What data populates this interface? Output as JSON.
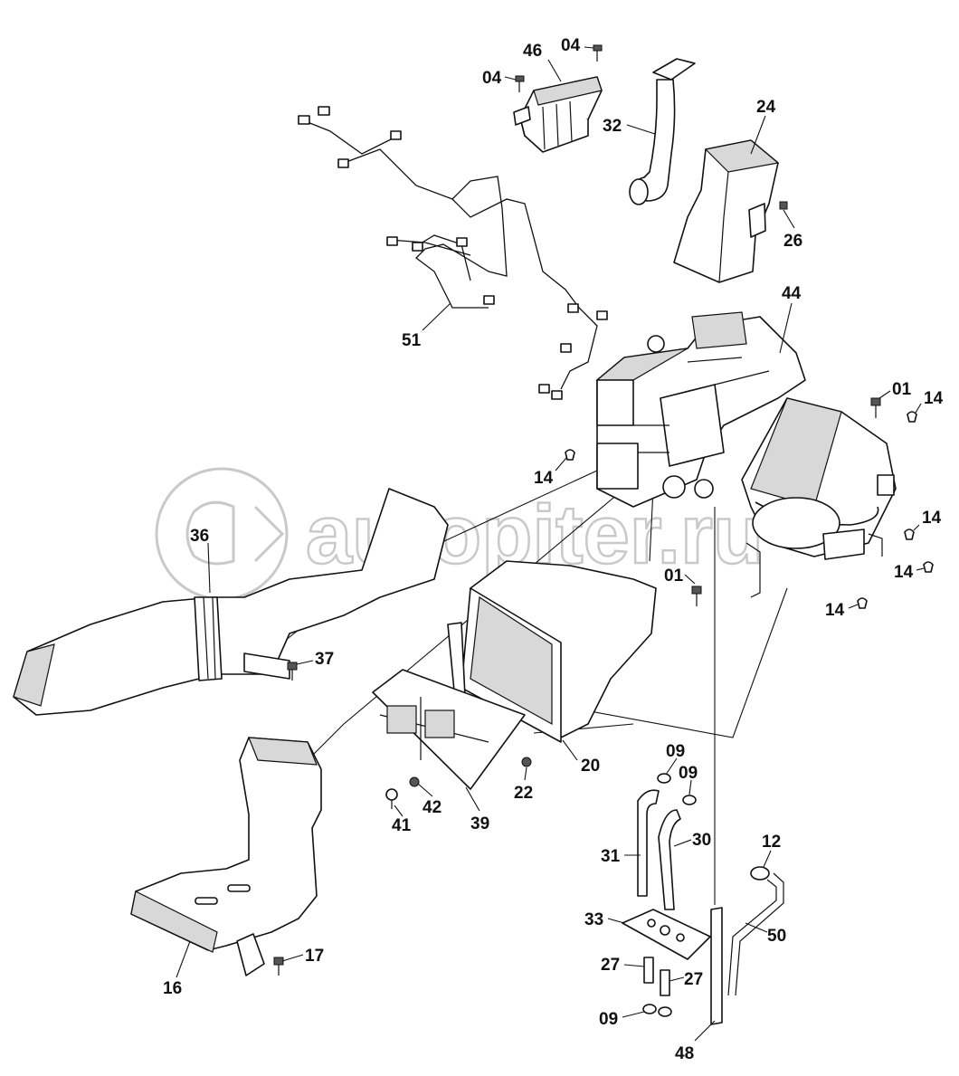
{
  "watermark": {
    "text": "autopiter.ru"
  },
  "callouts": [
    "04",
    "46",
    "04",
    "32",
    "24",
    "26",
    "51",
    "44",
    "01",
    "14",
    "14",
    "14",
    "14",
    "14",
    "01",
    "36",
    "37",
    "20",
    "22",
    "39",
    "42",
    "41",
    "09",
    "09",
    "30",
    "31",
    "12",
    "50",
    "33",
    "27",
    "27",
    "09",
    "48",
    "16",
    "17"
  ]
}
